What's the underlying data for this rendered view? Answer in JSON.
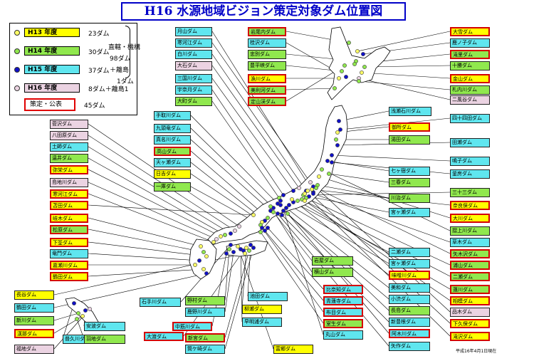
{
  "title": "H16 水源地域ビジョン策定対象ダム位置図",
  "legend": {
    "rows": [
      {
        "label": "H13 年度",
        "count": "23ダム",
        "color": "#ffff00",
        "dot": "#ffff66"
      },
      {
        "label": "H14 年度",
        "count": "30ダム",
        "color": "#90e84e",
        "dot": "#90e84e"
      },
      {
        "label": "H15 年度",
        "count": "37ダム",
        "color": "#5fe6ef",
        "dot": "#1010c8"
      },
      {
        "label": "H16 年度",
        "count": "8ダム＋離島1",
        "color": "#ebd3e2",
        "dot": "#ebd3e2"
      }
    ],
    "note_a": "直轄・機構",
    "note_b": "98ダム",
    "note_c": "＋離島",
    "note_d": "1ダム",
    "plan_label": "策定・公表",
    "plan_count": "45ダム"
  },
  "footer": "平成16年4月1日現在",
  "dams": [
    {
      "id": "d1",
      "name": "月山ダム",
      "cls": "c-cyan"
    },
    {
      "id": "d2",
      "name": "寒河江ダム",
      "cls": "c-cyan"
    },
    {
      "id": "d3",
      "name": "白川ダム",
      "cls": "c-cyan"
    },
    {
      "id": "d4",
      "name": "大石ダム",
      "cls": "c-pink"
    },
    {
      "id": "d5",
      "name": "三国川ダム",
      "cls": "c-cyan"
    },
    {
      "id": "d6",
      "name": "宇奈月ダム",
      "cls": "c-cyan"
    },
    {
      "id": "d7",
      "name": "大町ダム",
      "cls": "c-green"
    },
    {
      "id": "d8",
      "name": "岩尾内ダム",
      "cls": "c-green",
      "hl": true
    },
    {
      "id": "d9",
      "name": "桂沢ダム",
      "cls": "c-cyan"
    },
    {
      "id": "d10",
      "name": "忠別ダム",
      "cls": "c-green"
    },
    {
      "id": "d11",
      "name": "豊平峡ダム",
      "cls": "c-green"
    },
    {
      "id": "d12",
      "name": "漁川ダム",
      "cls": "c-yellow",
      "hl": true
    },
    {
      "id": "d13",
      "name": "美利河ダム",
      "cls": "c-green",
      "hl": true
    },
    {
      "id": "d14",
      "name": "定山渓ダム",
      "cls": "c-green",
      "hl": true
    },
    {
      "id": "d15",
      "name": "二風谷ダム",
      "cls": "c-pink"
    },
    {
      "id": "d16",
      "name": "大雪ダム",
      "cls": "c-yellow",
      "hl": true
    },
    {
      "id": "d17",
      "name": "鹿ノ子ダム",
      "cls": "c-cyan"
    },
    {
      "id": "d18",
      "name": "滝里ダム",
      "cls": "c-green",
      "hl": true
    },
    {
      "id": "d19",
      "name": "十勝ダム",
      "cls": "c-green"
    },
    {
      "id": "d20",
      "name": "金山ダム",
      "cls": "c-yellow",
      "hl": true
    },
    {
      "id": "d21",
      "name": "札内川ダム",
      "cls": "c-green"
    },
    {
      "id": "d22",
      "name": "四十四田ダム",
      "cls": "c-cyan"
    },
    {
      "id": "d23",
      "name": "浅瀬石川ダム",
      "cls": "c-cyan"
    },
    {
      "id": "d24",
      "name": "御所ダム",
      "cls": "c-yellow",
      "hl": true
    },
    {
      "id": "d25",
      "name": "湯田ダム",
      "cls": "c-green"
    },
    {
      "id": "d26",
      "name": "田瀬ダム",
      "cls": "c-cyan"
    },
    {
      "id": "d27",
      "name": "鳴子ダム",
      "cls": "c-cyan"
    },
    {
      "id": "d28",
      "name": "釜房ダム",
      "cls": "c-cyan"
    },
    {
      "id": "d29",
      "name": "七ヶ宿ダム",
      "cls": "c-cyan"
    },
    {
      "id": "d30",
      "name": "三春ダム",
      "cls": "c-green"
    },
    {
      "id": "d31",
      "name": "手取川ダム",
      "cls": "c-cyan"
    },
    {
      "id": "d32",
      "name": "九頭竜ダム",
      "cls": "c-cyan"
    },
    {
      "id": "d33",
      "name": "真名川ダム",
      "cls": "c-cyan"
    },
    {
      "id": "d34",
      "name": "高山ダム",
      "cls": "c-green",
      "hl": true
    },
    {
      "id": "d35",
      "name": "天ヶ瀬ダム",
      "cls": "c-cyan"
    },
    {
      "id": "d36",
      "name": "日吉ダム",
      "cls": "c-yellow"
    },
    {
      "id": "d37",
      "name": "一庫ダム",
      "cls": "c-green"
    },
    {
      "id": "d38",
      "name": "菅沢ダム",
      "cls": "c-pink"
    },
    {
      "id": "d39",
      "name": "八田原ダム",
      "cls": "c-pink"
    },
    {
      "id": "d40",
      "name": "土師ダム",
      "cls": "c-cyan"
    },
    {
      "id": "d41",
      "name": "温井ダム",
      "cls": "c-green"
    },
    {
      "id": "d42",
      "name": "弥栄ダム",
      "cls": "c-yellow",
      "hl": true
    },
    {
      "id": "d43",
      "name": "島地川ダム",
      "cls": "c-pink"
    },
    {
      "id": "d44",
      "name": "寒河江ダム",
      "cls": "c-yellow",
      "hl": true
    },
    {
      "id": "d45",
      "name": "苫田ダム",
      "cls": "c-yellow",
      "hl": true
    },
    {
      "id": "d46",
      "name": "岐木ダム",
      "cls": "c-yellow",
      "hl": true
    },
    {
      "id": "d47",
      "name": "松原ダム",
      "cls": "c-green",
      "hl": true
    },
    {
      "id": "d48",
      "name": "下筌ダム",
      "cls": "c-yellow",
      "hl": true
    },
    {
      "id": "d49",
      "name": "竜門ダム",
      "cls": "c-cyan"
    },
    {
      "id": "d50",
      "name": "嘉瀬川ダム",
      "cls": "c-yellow",
      "hl": true
    },
    {
      "id": "d51",
      "name": "鶴田ダム",
      "cls": "c-yellow",
      "hl": true
    },
    {
      "id": "d52",
      "name": "川治ダム",
      "cls": "c-green"
    },
    {
      "id": "d53",
      "name": "宮ヶ瀬ダム",
      "cls": "c-cyan"
    },
    {
      "id": "d54",
      "name": "三十三ダム",
      "cls": "c-green"
    },
    {
      "id": "d55",
      "name": "奈良俣ダム",
      "cls": "c-yellow",
      "hl": true
    },
    {
      "id": "d56",
      "name": "大川ダム",
      "cls": "c-yellow",
      "hl": true
    },
    {
      "id": "d57",
      "name": "摺上川ダム",
      "cls": "c-green"
    },
    {
      "id": "d58",
      "name": "草木ダム",
      "cls": "c-cyan"
    },
    {
      "id": "d59",
      "name": "矢木沢ダム",
      "cls": "c-green",
      "hl": true
    },
    {
      "id": "d60",
      "name": "浦山ダム",
      "cls": "c-green",
      "hl": true
    },
    {
      "id": "d61",
      "name": "二瀬ダム",
      "cls": "c-green",
      "hl": true
    },
    {
      "id": "d62",
      "name": "蓮川ダム",
      "cls": "c-green",
      "hl": true
    },
    {
      "id": "d63",
      "name": "相模ダム",
      "cls": "c-yellow",
      "hl": true
    },
    {
      "id": "d64",
      "name": "品木ダム",
      "cls": "c-pink"
    },
    {
      "id": "d65",
      "name": "下久保ダム",
      "cls": "c-yellow",
      "hl": true
    },
    {
      "id": "d66",
      "name": "滝沢ダム",
      "cls": "c-yellow",
      "hl": true
    },
    {
      "id": "d67",
      "name": "二瀬ダム",
      "cls": "c-cyan"
    },
    {
      "id": "d68",
      "name": "宮ヶ瀬ダム",
      "cls": "c-cyan"
    },
    {
      "id": "d69",
      "name": "味噌川ダム",
      "cls": "c-yellow",
      "hl": true
    },
    {
      "id": "d70",
      "name": "美和ダム",
      "cls": "c-cyan"
    },
    {
      "id": "d71",
      "name": "小渋ダム",
      "cls": "c-cyan"
    },
    {
      "id": "d72",
      "name": "長島ダム",
      "cls": "c-green"
    },
    {
      "id": "d73",
      "name": "新豊根ダム",
      "cls": "c-cyan"
    },
    {
      "id": "d74",
      "name": "阿木川ダム",
      "cls": "c-cyan",
      "hl": true
    },
    {
      "id": "d75",
      "name": "矢作ダム",
      "cls": "c-cyan"
    },
    {
      "id": "d76",
      "name": "岩屋ダム",
      "cls": "c-green"
    },
    {
      "id": "d77",
      "name": "横山ダム",
      "cls": "c-green"
    },
    {
      "id": "d78",
      "name": "比奈知ダム",
      "cls": "c-cyan",
      "hl": true
    },
    {
      "id": "d79",
      "name": "青蓮寺ダム",
      "cls": "c-cyan",
      "hl": true
    },
    {
      "id": "d80",
      "name": "布目ダム",
      "cls": "c-cyan",
      "hl": true
    },
    {
      "id": "d81",
      "name": "室生ダム",
      "cls": "c-green",
      "hl": true
    },
    {
      "id": "d82",
      "name": "丸山ダム",
      "cls": "c-cyan"
    },
    {
      "id": "d83",
      "name": "池田ダム",
      "cls": "c-cyan"
    },
    {
      "id": "d84",
      "name": "柳瀬ダム",
      "cls": "c-yellow"
    },
    {
      "id": "d85",
      "name": "早明浦ダム",
      "cls": "c-cyan"
    },
    {
      "id": "d86",
      "name": "富郷ダム",
      "cls": "c-yellow"
    },
    {
      "id": "d87",
      "name": "石手川ダム",
      "cls": "c-cyan"
    },
    {
      "id": "d88",
      "name": "野村ダム",
      "cls": "c-green"
    },
    {
      "id": "d89",
      "name": "鹿野川ダム",
      "cls": "c-cyan"
    },
    {
      "id": "d90",
      "name": "中筋川ダム",
      "cls": "c-cyan",
      "hl": true
    },
    {
      "id": "d91",
      "name": "大渡ダム",
      "cls": "c-cyan",
      "hl": true
    },
    {
      "id": "d92",
      "name": "新宮ダム",
      "cls": "c-green",
      "hl": true
    },
    {
      "id": "d93",
      "name": "筒ケ崎ダム",
      "cls": "c-cyan"
    },
    {
      "id": "d94",
      "name": "長谷ダム",
      "cls": "c-yellow"
    },
    {
      "id": "d95",
      "name": "鶴田ダム",
      "cls": "c-cyan"
    },
    {
      "id": "d96",
      "name": "福地ダム",
      "cls": "c-pink"
    },
    {
      "id": "d97",
      "name": "安波ダム",
      "cls": "c-cyan"
    },
    {
      "id": "d98",
      "name": "普久川ダム",
      "cls": "c-cyan"
    },
    {
      "id": "d99",
      "name": "新川ダム",
      "cls": "c-green"
    },
    {
      "id": "d100",
      "name": "漢那ダム",
      "cls": "c-yellow",
      "hl": true
    },
    {
      "id": "d101",
      "name": "羽地ダム",
      "cls": "c-green"
    }
  ]
}
